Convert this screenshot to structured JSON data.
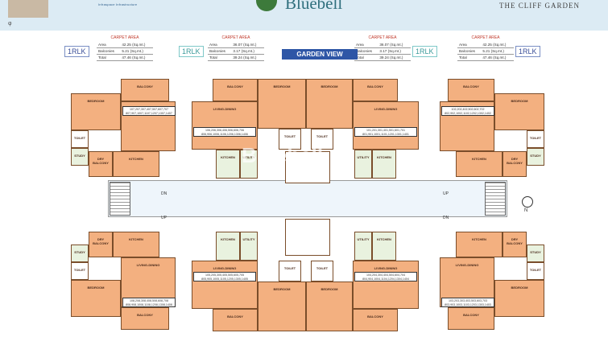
{
  "header": {
    "developer": "Infraspace Infrastructure",
    "project": "Bluebell",
    "tagline": "THE CLIFF GARDEN"
  },
  "carpet_tables": [
    {
      "id": "t1",
      "title": "CARPET AREA",
      "rows": [
        [
          "Area",
          "42.25 (Sq.mt.)"
        ],
        [
          "Balconies",
          "5.21 (Sq.mt.)"
        ],
        [
          "Total",
          "47.46 (Sq.mt.)"
        ]
      ]
    },
    {
      "id": "t2",
      "title": "CARPET AREA",
      "rows": [
        [
          "Area",
          "36.07 (Sq.mt.)"
        ],
        [
          "Balconies",
          "3.17 (Sq.mt.)"
        ],
        [
          "Total",
          "39.24 (Sq.mt.)"
        ]
      ]
    },
    {
      "id": "t3",
      "title": "CARPET AREA",
      "rows": [
        [
          "Area",
          "36.07 (Sq.mt.)"
        ],
        [
          "Balconies",
          "3.17 (Sq.mt.)"
        ],
        [
          "Total",
          "39.24 (Sq.mt.)"
        ]
      ]
    },
    {
      "id": "t4",
      "title": "CARPET AREA",
      "rows": [
        [
          "Area",
          "42.25 (Sq.mt.)"
        ],
        [
          "Balconies",
          "5.21 (Sq.mt.)"
        ],
        [
          "Total",
          "47.46 (Sq.mt.)"
        ]
      ]
    }
  ],
  "badges": [
    "1RLK",
    "1RLK",
    "1RLK",
    "1RLK"
  ],
  "garden_view": "GARDEN VIEW",
  "rooms": {
    "balcony": "BALCONY",
    "bedroom": "BEDROOM",
    "living": "LIVING-DINING",
    "kitchen": "KITCHEN",
    "toilet": "TOILET",
    "study": "STUDY",
    "dry_balcony": "DRY BALCONY",
    "utility": "UTILITY"
  },
  "units": {
    "tl": "107,207,307,407,507,607,707 807,907,1007,1107,1207,1307,1407",
    "tc": "106,206,306,406,506,606,706 806,906,1006,1106,1206,1306,1406",
    "tr": "101,201,301,401,501,601,701 801,901,1001,1101,1201,1301,1401",
    "tfr": "102,202,402,502,602,702 802,902,1002,1102,1202,1302,1402",
    "bl": "108,208,308,408,508,608,708 808,908,1008,1108,1208,1308,1408",
    "bc": "105,205,305,405,505,605,705 805,905,1005,1105,1205,1305,1405",
    "br": "104,204,304,404,504,604,704 804,904,1004,1104,1204,1304,1404",
    "bfr": "103,203,303,403,503,603,703 803,903,1003,1103,1203,1303,1403"
  },
  "labels": {
    "dn": "DN",
    "up": "UP",
    "north": "N",
    "watermark": "Bluebell"
  }
}
